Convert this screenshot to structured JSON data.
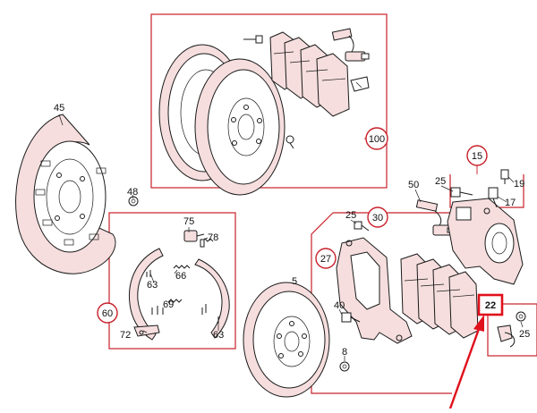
{
  "colors": {
    "frame": "#c8202a",
    "highlight": "#e0101c",
    "part_fill": "#f6dede",
    "line": "#1a1a1a",
    "background": "#ffffff"
  },
  "parts": {
    "p100": "100",
    "p45": "45",
    "p48": "48",
    "p75": "75",
    "p78": "78",
    "p66": "66",
    "p63a": "63",
    "p69": "69",
    "p60": "60",
    "p72": "72",
    "p63b": "63",
    "p5": "5",
    "p8": "8",
    "p40": "40",
    "p27": "27",
    "p25a": "25",
    "p30": "30",
    "p50": "50",
    "p25b": "25",
    "p15": "15",
    "p19": "19",
    "p17": "17",
    "p22": "22",
    "p25c": "25"
  },
  "highlighted_part": "22",
  "icons": {
    "callout_arrow": "arrow-up-icon"
  }
}
